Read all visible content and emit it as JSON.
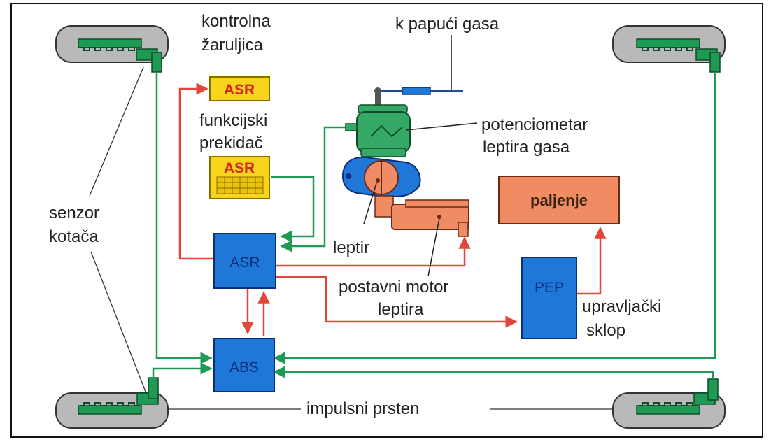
{
  "labels": {
    "kontrolna_line1": "kontrolna",
    "kontrolna_line2": "žaruljica",
    "papuci": "k papući gasa",
    "asr_top": "ASR",
    "funkcijski_line1": "funkcijski",
    "funkcijski_line2": "prekidač",
    "asr_switch": "ASR",
    "potenciometar_line1": "potenciometar",
    "potenciometar_line2": "leptira gasa",
    "paljenje": "paljenje",
    "senzor_line1": "senzor",
    "senzor_line2": "kotača",
    "leptir": "leptir",
    "asr_unit": "ASR",
    "postavni_line1": "postavni motor",
    "postavni_line2": "leptira",
    "pep": "PEP",
    "upravljacki_line1": "upravljački",
    "upravljacki_line2": "sklop",
    "abs": "ABS",
    "impulsni": "impulsni prsten"
  },
  "colors": {
    "green_line": "#1e9a55",
    "red_line": "#e0463a",
    "blue_box": "#1f78d8",
    "yellow_box": "#f7d51d",
    "salmon": "#f08c64",
    "wheel_grey": "#b9b9b9"
  }
}
